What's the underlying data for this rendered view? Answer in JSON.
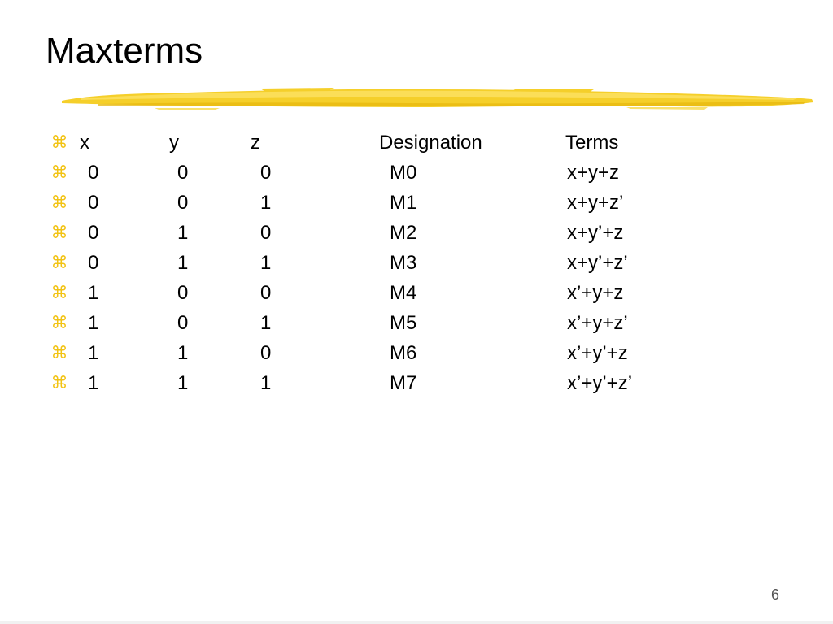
{
  "slide": {
    "title": "Maxterms",
    "page_number": "6",
    "bullet_glyph": "⌘",
    "accent_color": "#f2c314",
    "header": {
      "x": "x",
      "y": "y",
      "z": "z",
      "designation": "Designation",
      "terms": "Terms"
    },
    "rows": [
      {
        "x": "0",
        "y": "0",
        "z": "0",
        "designation": "M0",
        "term": "x+y+z"
      },
      {
        "x": "0",
        "y": "0",
        "z": "1",
        "designation": "M1",
        "term": "x+y+z’"
      },
      {
        "x": "0",
        "y": "1",
        "z": "0",
        "designation": "M2",
        "term": "x+y’+z"
      },
      {
        "x": "0",
        "y": "1",
        "z": "1",
        "designation": "M3",
        "term": "x+y’+z’"
      },
      {
        "x": "1",
        "y": "0",
        "z": "0",
        "designation": "M4",
        "term": "x’+y+z"
      },
      {
        "x": "1",
        "y": "0",
        "z": "1",
        "designation": "M5",
        "term": "x’+y+z’"
      },
      {
        "x": "1",
        "y": "1",
        "z": "0",
        "designation": "M6",
        "term": "x’+y’+z"
      },
      {
        "x": "1",
        "y": "1",
        "z": "1",
        "designation": "M7",
        "term": "x’+y’+z’"
      }
    ]
  }
}
